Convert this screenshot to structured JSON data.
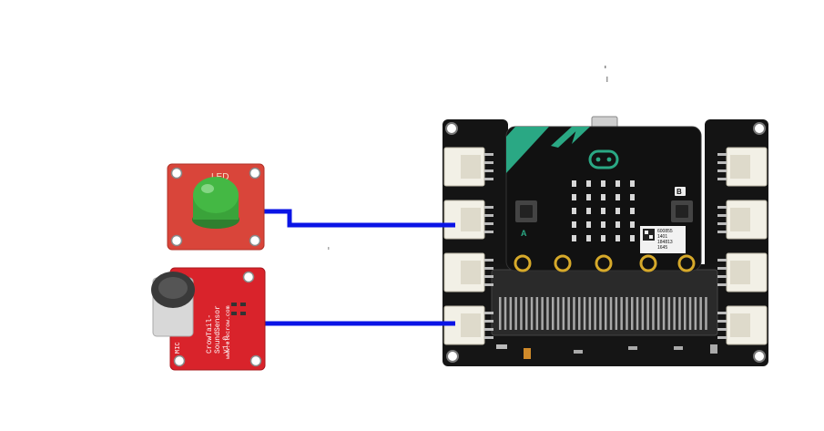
{
  "led_module": {
    "label": "LED",
    "board_color": "#d9453a",
    "led_color": "#3aa33a"
  },
  "sound_module": {
    "board_color": "#d9232b",
    "silk_text": [
      "CrowTail-",
      "SoundSensor",
      "v1.0"
    ],
    "site": "www.elecrow.com",
    "mic_label": "MIC"
  },
  "expansion_board": {
    "color": "#141414",
    "left_connectors": 4,
    "right_connectors": 4
  },
  "microbit": {
    "button_a": "A",
    "button_b": "B",
    "sticker_lines": [
      "600855",
      "1401",
      "184813",
      "1645"
    ],
    "accent_color": "#2aa884",
    "pads": 5
  },
  "wires": {
    "color": "#0a14e6"
  }
}
